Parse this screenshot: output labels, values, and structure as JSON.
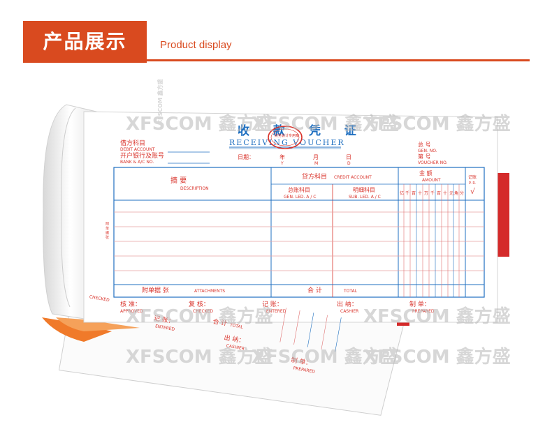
{
  "header": {
    "title": "产品展示",
    "subtitle": "Product display"
  },
  "voucher": {
    "title_cn": "收 款 凭 证",
    "title_en": "RECEIVING VOUCHER",
    "stamp_text": "财务会计专用章",
    "debit_account_cn": "借方科目",
    "debit_account_en": "DEBIT ACCOUNT",
    "bank_cn": "开户银行及账号",
    "bank_en": "BANK & A/C NO.",
    "date_cn": "日期：",
    "year_cn": "年",
    "month_cn": "月",
    "day_cn": "日",
    "year_en": "Y",
    "month_en": "M",
    "day_en": "D",
    "gen_no_cn": "总 号",
    "gen_no_en": "GEN. NO.",
    "voucher_no_cn": "第 号",
    "voucher_no_en": "VOUCHER NO.",
    "description_cn": "摘 要",
    "description_en": "DESCRIPTION",
    "credit_account_cn": "贷方科目",
    "credit_account_en": "CREDIT ACCOUNT",
    "gen_led_cn": "总账科目",
    "gen_led_en": "GEN. LED. A / C",
    "sub_led_cn": "明细科目",
    "sub_led_en": "SUB. LED. A / C",
    "amount_cn": "金 额",
    "amount_en": "AMOUNT",
    "digits": [
      "亿",
      "千",
      "百",
      "十",
      "万",
      "千",
      "百",
      "十",
      "元",
      "角",
      "分"
    ],
    "posted_cn": "记账",
    "posted_en": "P. R.",
    "checkmark": "√",
    "side_note": "附 单 据 张",
    "attachments_cn": "附单据 张",
    "attachments_en": "ATTACHMENTS",
    "total_cn": "合 计",
    "total_en": "TOTAL",
    "approved_cn": "核 准：",
    "approved_en": "APPROVED",
    "checked_cn": "复 核：",
    "checked_en": "CHECKED",
    "entered_cn": "记 账：",
    "entered_en": "ENTERED",
    "cashier_cn": "出 纳：",
    "cashier_en": "CASHIER",
    "prepared_cn": "制 单：",
    "prepared_en": "PREPARED"
  },
  "watermark": "XFSCOM 鑫方盛",
  "colors": {
    "accent": "#d94a1f",
    "form_red": "#d9332b",
    "form_blue": "#1f6fc0",
    "orange_edge": "#f07a2a",
    "side_tab": "#d42a2a"
  }
}
